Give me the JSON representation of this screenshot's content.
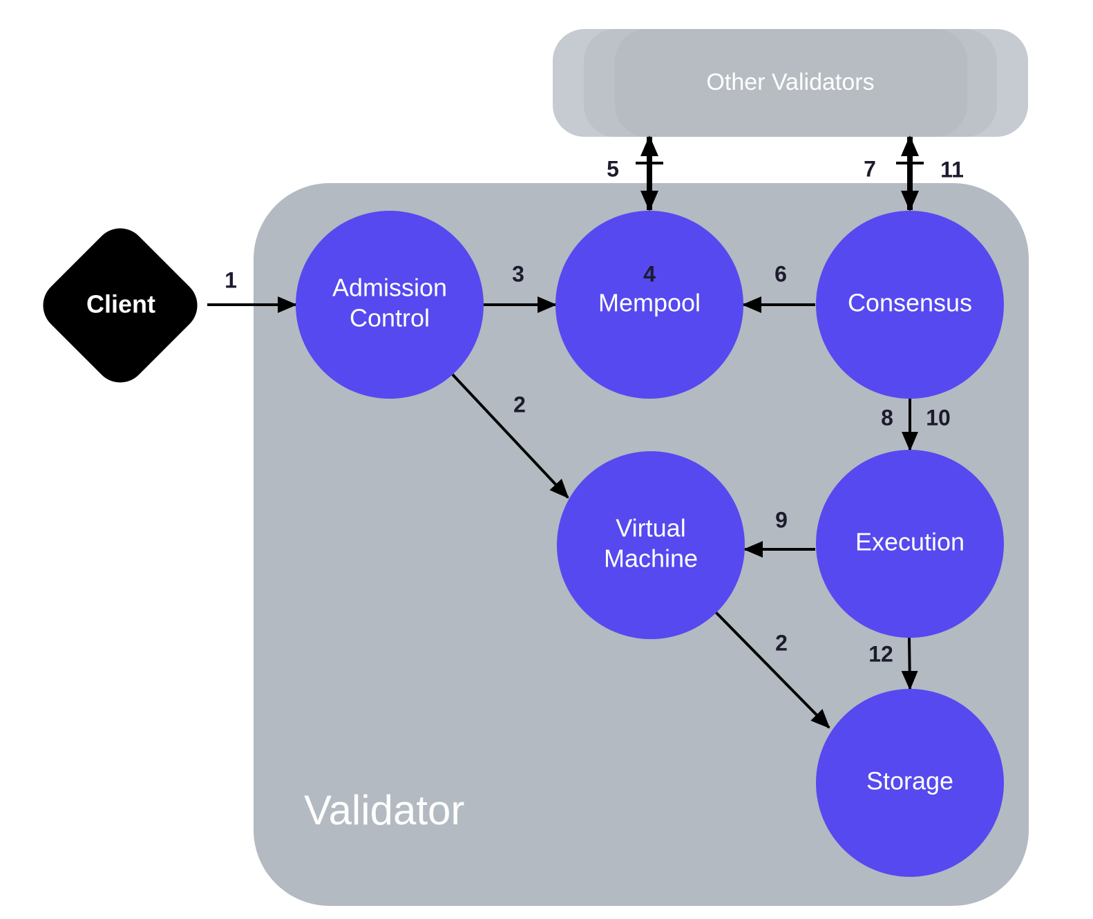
{
  "diagram": {
    "validator_label": "Validator",
    "other_validators_label": "Other Validators",
    "client_label": "Client",
    "nodes": {
      "admission_control": [
        "Admission",
        "Control"
      ],
      "mempool": "Mempool",
      "consensus": "Consensus",
      "virtual_machine": [
        "Virtual",
        "Machine"
      ],
      "execution": "Execution",
      "storage": "Storage"
    },
    "steps": {
      "client_to_ac": "1",
      "ac_to_vm": "2",
      "vm_to_storage": "2",
      "ac_to_mempool": "3",
      "mempool_internal": "4",
      "mempool_others": "5",
      "consensus_to_mempool": "6",
      "consensus_others_a": "7",
      "consensus_others_b": "11",
      "consensus_to_exec_a": "8",
      "consensus_to_exec_b": "10",
      "exec_to_vm": "9",
      "exec_to_storage": "12"
    },
    "colors": {
      "node_fill": "#5649ef",
      "container_fill": "#b3bac1",
      "others_fill": "#b3bac1",
      "client_fill": "#000000",
      "edge": "#000000"
    }
  }
}
